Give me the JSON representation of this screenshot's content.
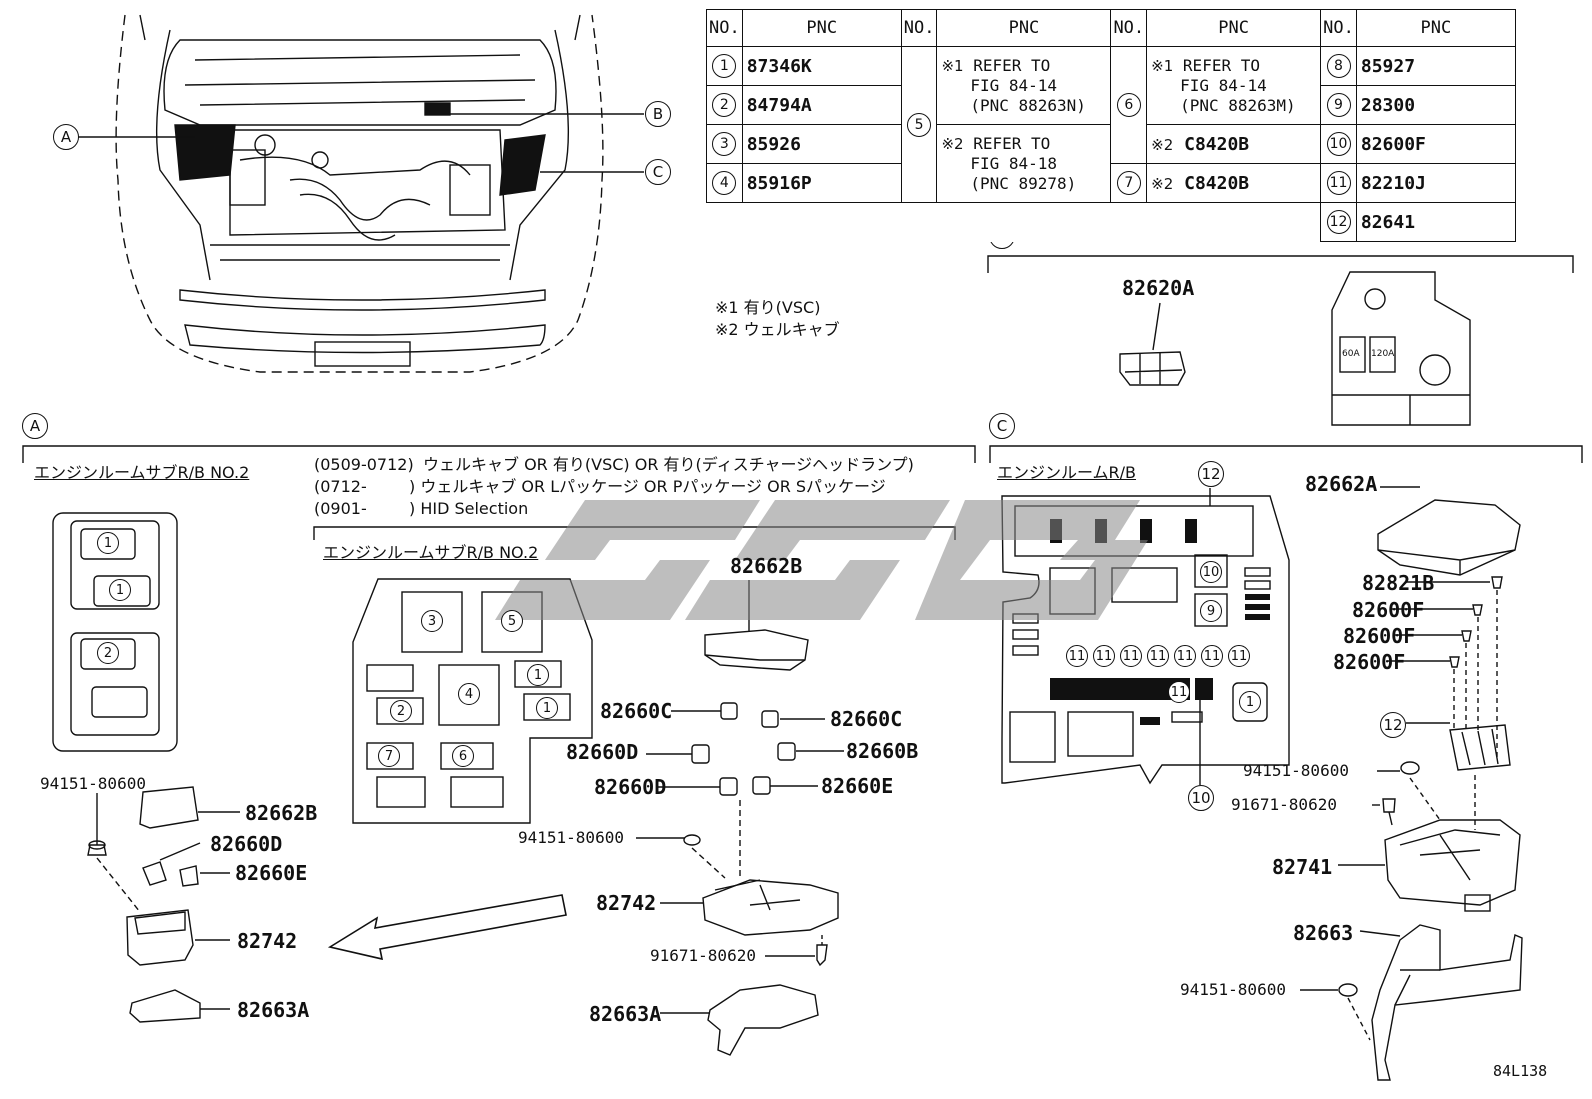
{
  "diagram_code": "84L138",
  "watermark": "SSGC",
  "notes": {
    "n1": "※1 有り(VSC)",
    "n2": "※2 ウェルキャブ"
  },
  "callouts": {
    "a": "A",
    "b": "B",
    "c": "C"
  },
  "table": {
    "no_header": "NO.",
    "pnc_header": "PNC",
    "rows": [
      {
        "no": "1",
        "pnc": "87346K"
      },
      {
        "no": "2",
        "pnc": "84794A"
      },
      {
        "no": "3",
        "pnc": "85926"
      },
      {
        "no": "4",
        "pnc": "85916P"
      },
      {
        "no": "5",
        "ref1_mark": "※1",
        "ref1": "REFER TO",
        "ref1_fig": "FIG 84-14",
        "ref1_pnc": "(PNC 88263N)",
        "ref2_mark": "※2",
        "ref2": "REFER TO",
        "ref2_fig": "FIG 84-18",
        "ref2_pnc": "(PNC 89278)"
      },
      {
        "no": "6",
        "ref1_mark": "※1",
        "ref1": "REFER TO",
        "ref1_fig": "FIG 84-14",
        "ref1_pnc": "(PNC 88263M)",
        "ref2_mark": "※2",
        "ref2_pnc": "C8420B"
      },
      {
        "no": "7",
        "mark": "※2",
        "pnc": "C8420B"
      },
      {
        "no": "8",
        "pnc": "85927"
      },
      {
        "no": "9",
        "pnc": "28300"
      },
      {
        "no": "10",
        "pnc": "82600F"
      },
      {
        "no": "11",
        "pnc": "82210J"
      },
      {
        "no": "12",
        "pnc": "82641"
      }
    ]
  },
  "section_a": {
    "title_left": "エンジンルームサブR/B NO.2",
    "cond1_code": "(0509-0712)",
    "cond1_text": "ウェルキャブ OR 有り(VSC) OR 有り(ディスチャージヘッドランプ)",
    "cond2_code": "(0712-",
    "cond2_text": ") ウェルキャブ OR Lパッケージ OR Pパッケージ OR Sパッケージ",
    "cond3_code": "(0901-",
    "cond3_text": ") HID Selection",
    "title_right": "エンジンルームサブR/B NO.2",
    "parts_left": [
      "94151-80600",
      "82662B",
      "82660D",
      "82660E",
      "82742",
      "82663A"
    ],
    "parts_right": [
      "82662B",
      "82660C",
      "82660C",
      "82660D",
      "82660B",
      "82660D",
      "82660E",
      "94151-80600",
      "82742",
      "91671-80620",
      "82663A"
    ]
  },
  "section_b": {
    "part": "82620A",
    "fuse1": "60A",
    "fuse2": "120A"
  },
  "section_c": {
    "title": "エンジンルームR/B",
    "parts": [
      "82662A",
      "82821B",
      "82600F",
      "82600F",
      "82600F",
      "94151-80600",
      "91671-80620",
      "82741",
      "82663",
      "94151-80600"
    ]
  }
}
